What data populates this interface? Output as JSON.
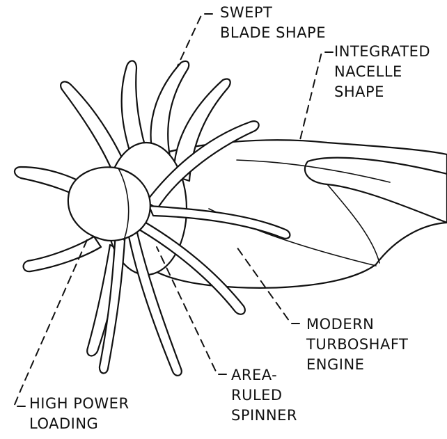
{
  "labels": {
    "swept_blade": [
      "SWEPT",
      "BLADE SHAPE"
    ],
    "integrated_nacelle": [
      "INTEGRATED",
      "NACELLE",
      "SHAPE"
    ],
    "modern_engine": [
      "MODERN",
      "TURBOSHAFT",
      "ENGINE"
    ],
    "area_ruled": [
      "AREA-",
      "RULED",
      "SPINNER"
    ],
    "high_power": [
      "HIGH POWER",
      "LOADING"
    ]
  },
  "colors": {
    "ink": "#111111",
    "paper": "#ffffff"
  }
}
